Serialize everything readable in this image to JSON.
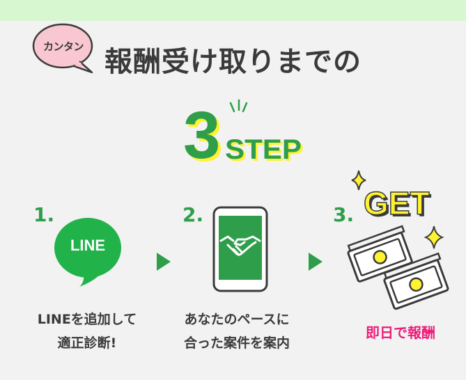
{
  "badge": {
    "label": "カンタン"
  },
  "headline": "報酬受け取りまでの",
  "step_title": {
    "number": "3",
    "word": "STEP"
  },
  "steps": [
    {
      "number": "1.",
      "logo_text": "LINE",
      "caption_line1": "LINEを追加して",
      "caption_line2": "適正診断!"
    },
    {
      "number": "2.",
      "caption_line1": "あなたのペースに",
      "caption_line2": "合った案件を案内"
    },
    {
      "number": "3.",
      "art_text": "GET",
      "caption_line1": "即日で報酬"
    }
  ],
  "colors": {
    "top_band": "#d6f7cf",
    "background": "#f2f2f2",
    "green": "#2e9e4a",
    "line_green": "#21b34a",
    "yellow": "#fff230",
    "badge_pink": "#f9c7cf",
    "reward_pink": "#ec1d79",
    "text": "#3a3a3a"
  },
  "icons": [
    "speech-bubble-badge",
    "line-logo-icon",
    "arrow-right-icon",
    "smartphone-icon",
    "handshake-icon",
    "money-bills-icon",
    "sparkle-icon"
  ]
}
